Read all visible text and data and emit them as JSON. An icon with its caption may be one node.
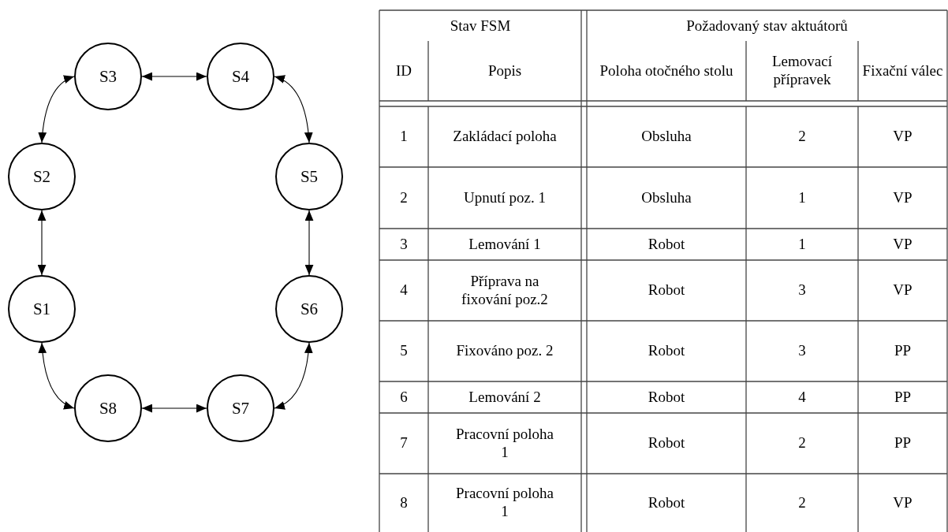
{
  "diagram": {
    "nodes": [
      {
        "text": [
          "S3"
        ]
      },
      {
        "text": [
          "S4"
        ]
      },
      {
        "text": [
          "S2"
        ]
      },
      {
        "text": [
          "S5"
        ]
      },
      {
        "text": [
          "S1"
        ]
      },
      {
        "text": [
          "S6"
        ]
      },
      {
        "text": [
          "S8"
        ]
      },
      {
        "text": [
          "S7"
        ]
      }
    ],
    "edges": [
      {
        "from": 0,
        "to": 1,
        "arrow": "both"
      },
      {
        "from": 1,
        "to": 3,
        "arrow": "both"
      },
      {
        "from": 3,
        "to": 5,
        "arrow": "both"
      },
      {
        "from": 5,
        "to": 7,
        "arrow": "both"
      },
      {
        "from": 7,
        "to": 6,
        "arrow": "both"
      },
      {
        "from": 6,
        "to": 4,
        "arrow": "both"
      },
      {
        "from": 4,
        "to": 2,
        "arrow": "both"
      },
      {
        "from": 2,
        "to": 0,
        "arrow": "both"
      }
    ],
    "labels": [
      "Stav FSM",
      "Požadovaný stav aktuátorů",
      "ID",
      "Popis",
      "Poloha otočného stolu",
      "Lemovací přípravek",
      "Fixační válec",
      "1",
      "Zakládací poloha",
      "Obsluha",
      "2",
      "VP",
      "2",
      "Upnutí poz. 1",
      "Obsluha",
      "1",
      "VP",
      "3",
      "Lemování 1",
      "Robot",
      "1",
      "VP",
      "4",
      "Příprava na fixování poz.2",
      "Robot",
      "3",
      "VP",
      "5",
      "Fixováno poz. 2",
      "Robot",
      "3",
      "PP",
      "6",
      "Lemování 2",
      "Robot",
      "4",
      "PP",
      "7",
      "Pracovní poloha 1",
      "Robot",
      "2",
      "PP",
      "8",
      "Pracovní poloha 1",
      "Robot",
      "2",
      "VP"
    ]
  }
}
